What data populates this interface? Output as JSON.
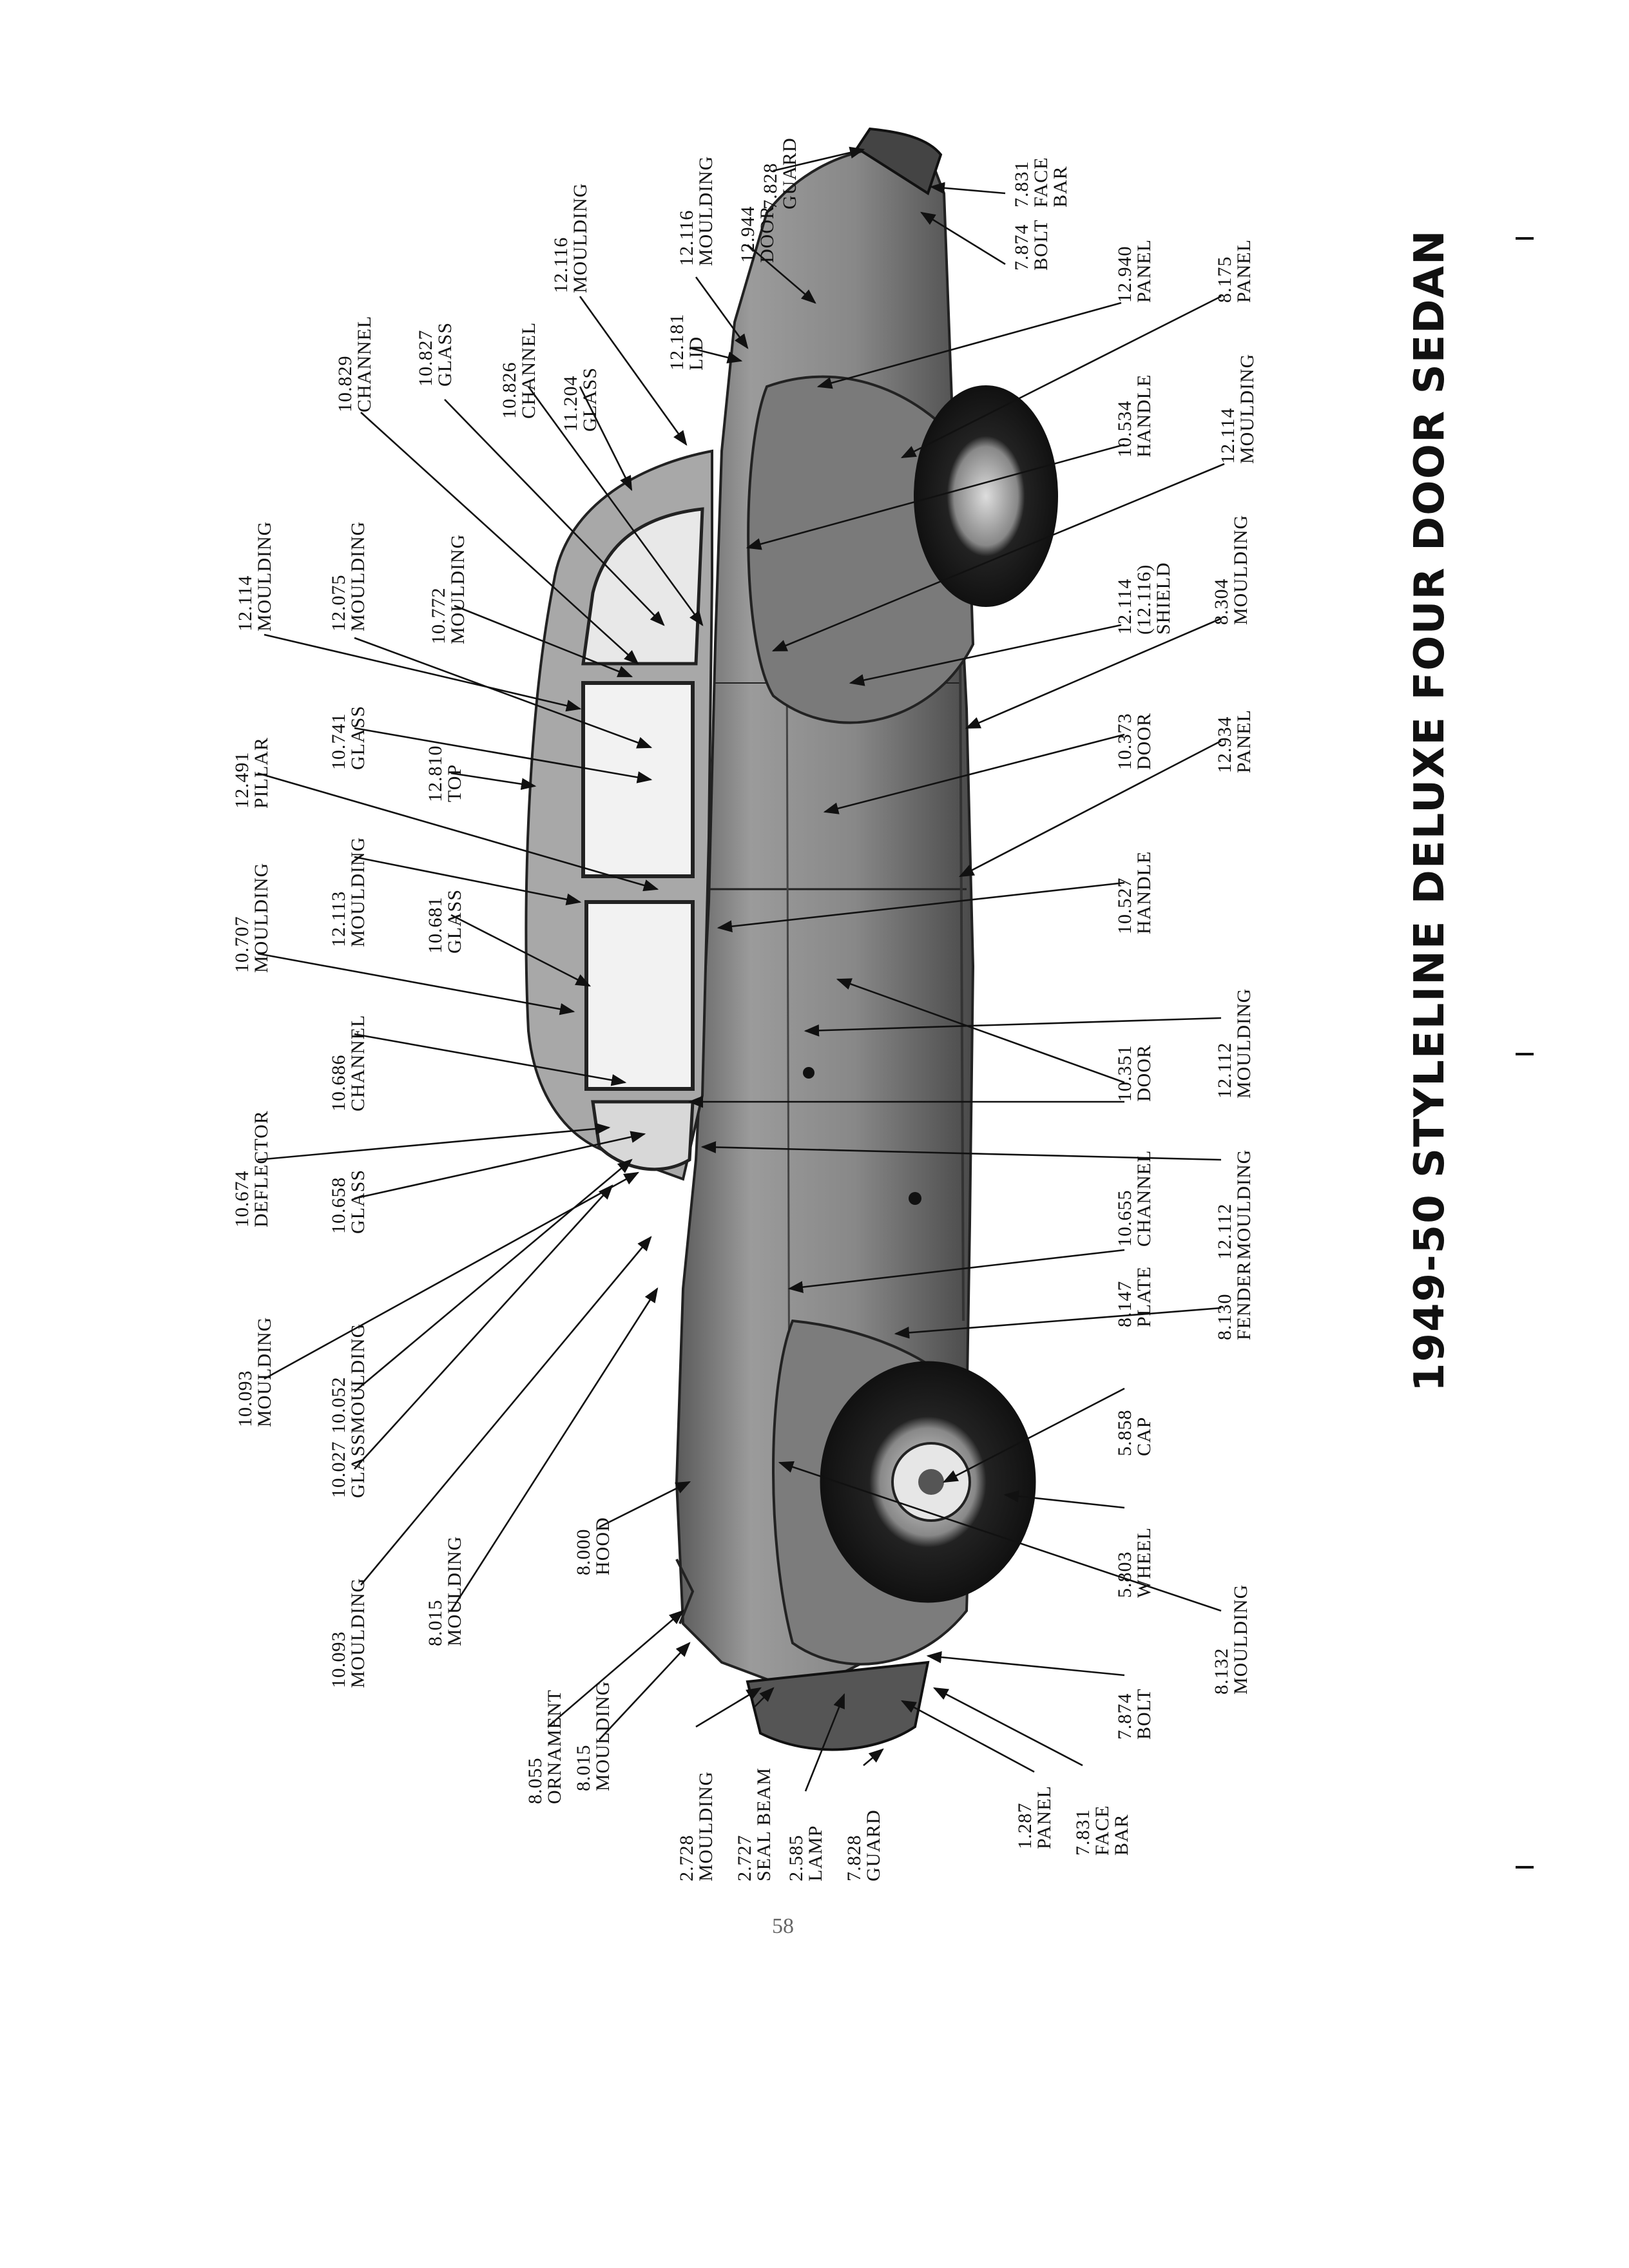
{
  "title": "1949-50 STYLELINE DELUXE FOUR DOOR SEDAN",
  "page_number": "58",
  "callouts": [
    {
      "number": "12.116",
      "name": "MOULDING"
    },
    {
      "number": "7.828",
      "name": "GUARD"
    },
    {
      "number": "12.944",
      "name": "DOOR"
    },
    {
      "number": "12.116",
      "name": "MOULDING"
    },
    {
      "number": "7.831",
      "name": "FACE BAR"
    },
    {
      "number": "7.874",
      "name": "BOLT"
    },
    {
      "number": "12.940",
      "name": "PANEL"
    },
    {
      "number": "8.175",
      "name": "PANEL"
    },
    {
      "number": "12.181",
      "name": "LID"
    },
    {
      "number": "11.204",
      "name": "GLASS"
    },
    {
      "number": "10.826",
      "name": "CHANNEL"
    },
    {
      "number": "10.827",
      "name": "GLASS"
    },
    {
      "number": "10.829",
      "name": "CHANNEL"
    },
    {
      "number": "10.534",
      "name": "HANDLE"
    },
    {
      "number": "12.114",
      "name": "MOULDING"
    },
    {
      "number": "10.772",
      "name": "MOULDING"
    },
    {
      "number": "12.075",
      "name": "MOULDING"
    },
    {
      "number": "12.114",
      "name": "MOULDING"
    },
    {
      "number": "12.114",
      "name": "(12.116) SHIELD"
    },
    {
      "number": "8.304",
      "name": "MOULDING"
    },
    {
      "number": "10.741",
      "name": "GLASS"
    },
    {
      "number": "12.810",
      "name": "TOP"
    },
    {
      "number": "12.491",
      "name": "PILLAR"
    },
    {
      "number": "10.373",
      "name": "DOOR"
    },
    {
      "number": "12.934",
      "name": "PANEL"
    },
    {
      "number": "12.113",
      "name": "MOULDING"
    },
    {
      "number": "10.681",
      "name": "GLASS"
    },
    {
      "number": "10.707",
      "name": "MOULDING"
    },
    {
      "number": "10.527",
      "name": "HANDLE"
    },
    {
      "number": "10.686",
      "name": "CHANNEL"
    },
    {
      "number": "10.351",
      "name": "DOOR"
    },
    {
      "number": "12.112",
      "name": "MOULDING"
    },
    {
      "number": "10.674",
      "name": "DEFLECTOR"
    },
    {
      "number": "10.655",
      "name": "CHANNEL"
    },
    {
      "number": "10.658",
      "name": "GLASS"
    },
    {
      "number": "12.112",
      "name": "MOULDING"
    },
    {
      "number": "10.093",
      "name": "MOULDING"
    },
    {
      "number": "10.052",
      "name": "MOULDING"
    },
    {
      "number": "8.147",
      "name": "PLATE"
    },
    {
      "number": "8.130",
      "name": "FENDER"
    },
    {
      "number": "10.027",
      "name": "GLASS"
    },
    {
      "number": "5.858",
      "name": "CAP"
    },
    {
      "number": "8.000",
      "name": "HOOD"
    },
    {
      "number": "10.093",
      "name": "MOULDING"
    },
    {
      "number": "8.015",
      "name": "MOULDING"
    },
    {
      "number": "5.803",
      "name": "WHEEL"
    },
    {
      "number": "8.132",
      "name": "MOULDING"
    },
    {
      "number": "7.874",
      "name": "BOLT"
    },
    {
      "number": "8.055",
      "name": "ORNAMENT"
    },
    {
      "number": "8.015",
      "name": "MOULDING"
    },
    {
      "number": "2.728",
      "name": "MOULDING"
    },
    {
      "number": "2.727",
      "name": "SEAL BEAM"
    },
    {
      "number": "2.585",
      "name": "LAMP"
    },
    {
      "number": "7.828",
      "name": "GUARD"
    },
    {
      "number": "1.287",
      "name": "PANEL"
    },
    {
      "number": "7.831",
      "name": "FACE BAR"
    }
  ],
  "colors": {
    "ink": "#111111",
    "paper": "#ffffff",
    "body_shade": "#8a8a8a",
    "body_dark": "#3a3a3a"
  }
}
